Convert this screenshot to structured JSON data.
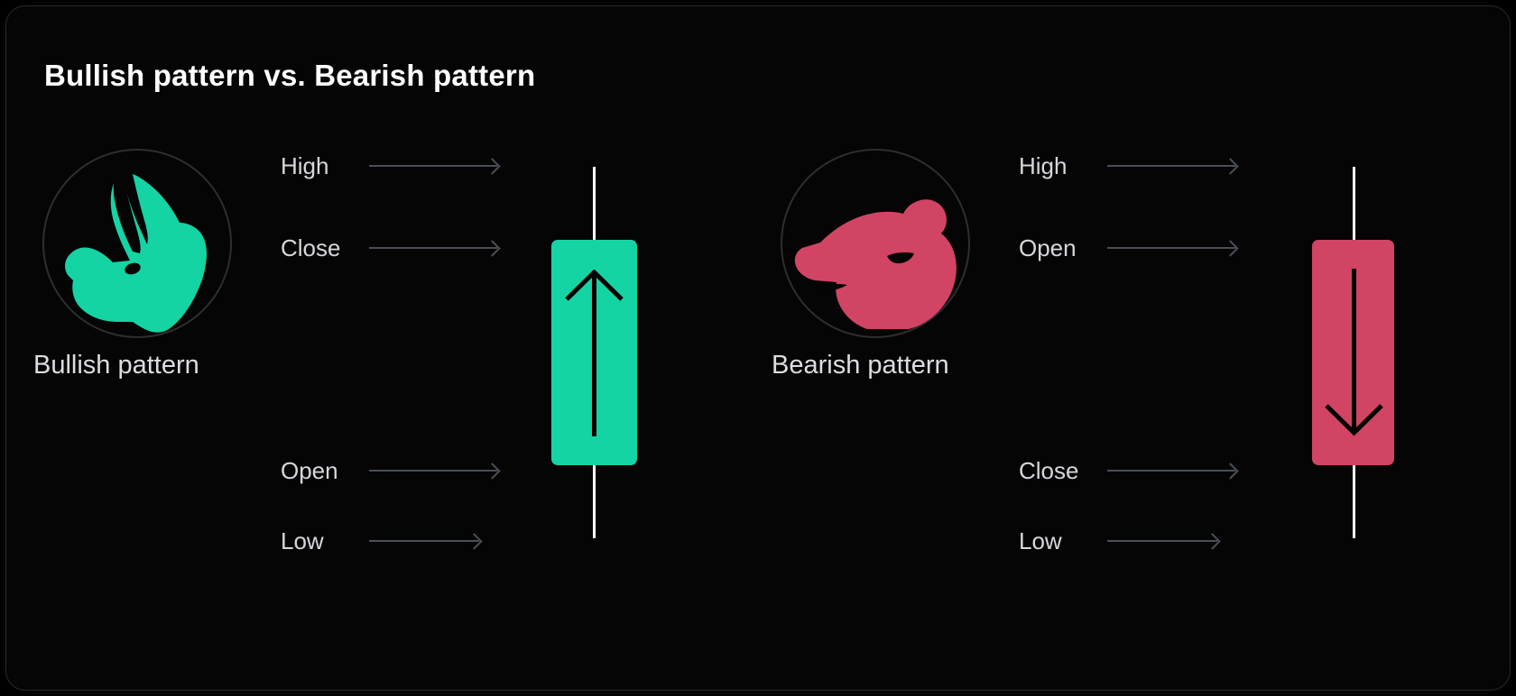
{
  "page": {
    "title": "Bullish pattern vs. Bearish pattern",
    "background_color": "#000000",
    "panel_border_color": "#2a2a2a"
  },
  "colors": {
    "bullish": "#14d4a4",
    "bearish": "#d24463",
    "label_text": "#d6d7dc",
    "arrow": "#4a4f57",
    "wick": "#ffffff",
    "title_text": "#ffffff",
    "ring": "#2e2e2e"
  },
  "bullish": {
    "emblem_icon": "bull-head-icon",
    "caption": "Bullish pattern",
    "labels": [
      {
        "text": "High",
        "arrow": "long"
      },
      {
        "text": "Close",
        "arrow": "long"
      },
      {
        "text": "Open",
        "arrow": "long"
      },
      {
        "text": "Low",
        "arrow": "short"
      }
    ],
    "candle": {
      "direction": "up",
      "arrow_icon": "arrow-up-icon",
      "body_color": "#14d4a4"
    }
  },
  "bearish": {
    "emblem_icon": "bear-head-icon",
    "caption": "Bearish pattern",
    "labels": [
      {
        "text": "High",
        "arrow": "long"
      },
      {
        "text": "Open",
        "arrow": "long"
      },
      {
        "text": "Close",
        "arrow": "long"
      },
      {
        "text": "Low",
        "arrow": "short"
      }
    ],
    "candle": {
      "direction": "down",
      "arrow_icon": "arrow-down-icon",
      "body_color": "#d24463"
    }
  }
}
